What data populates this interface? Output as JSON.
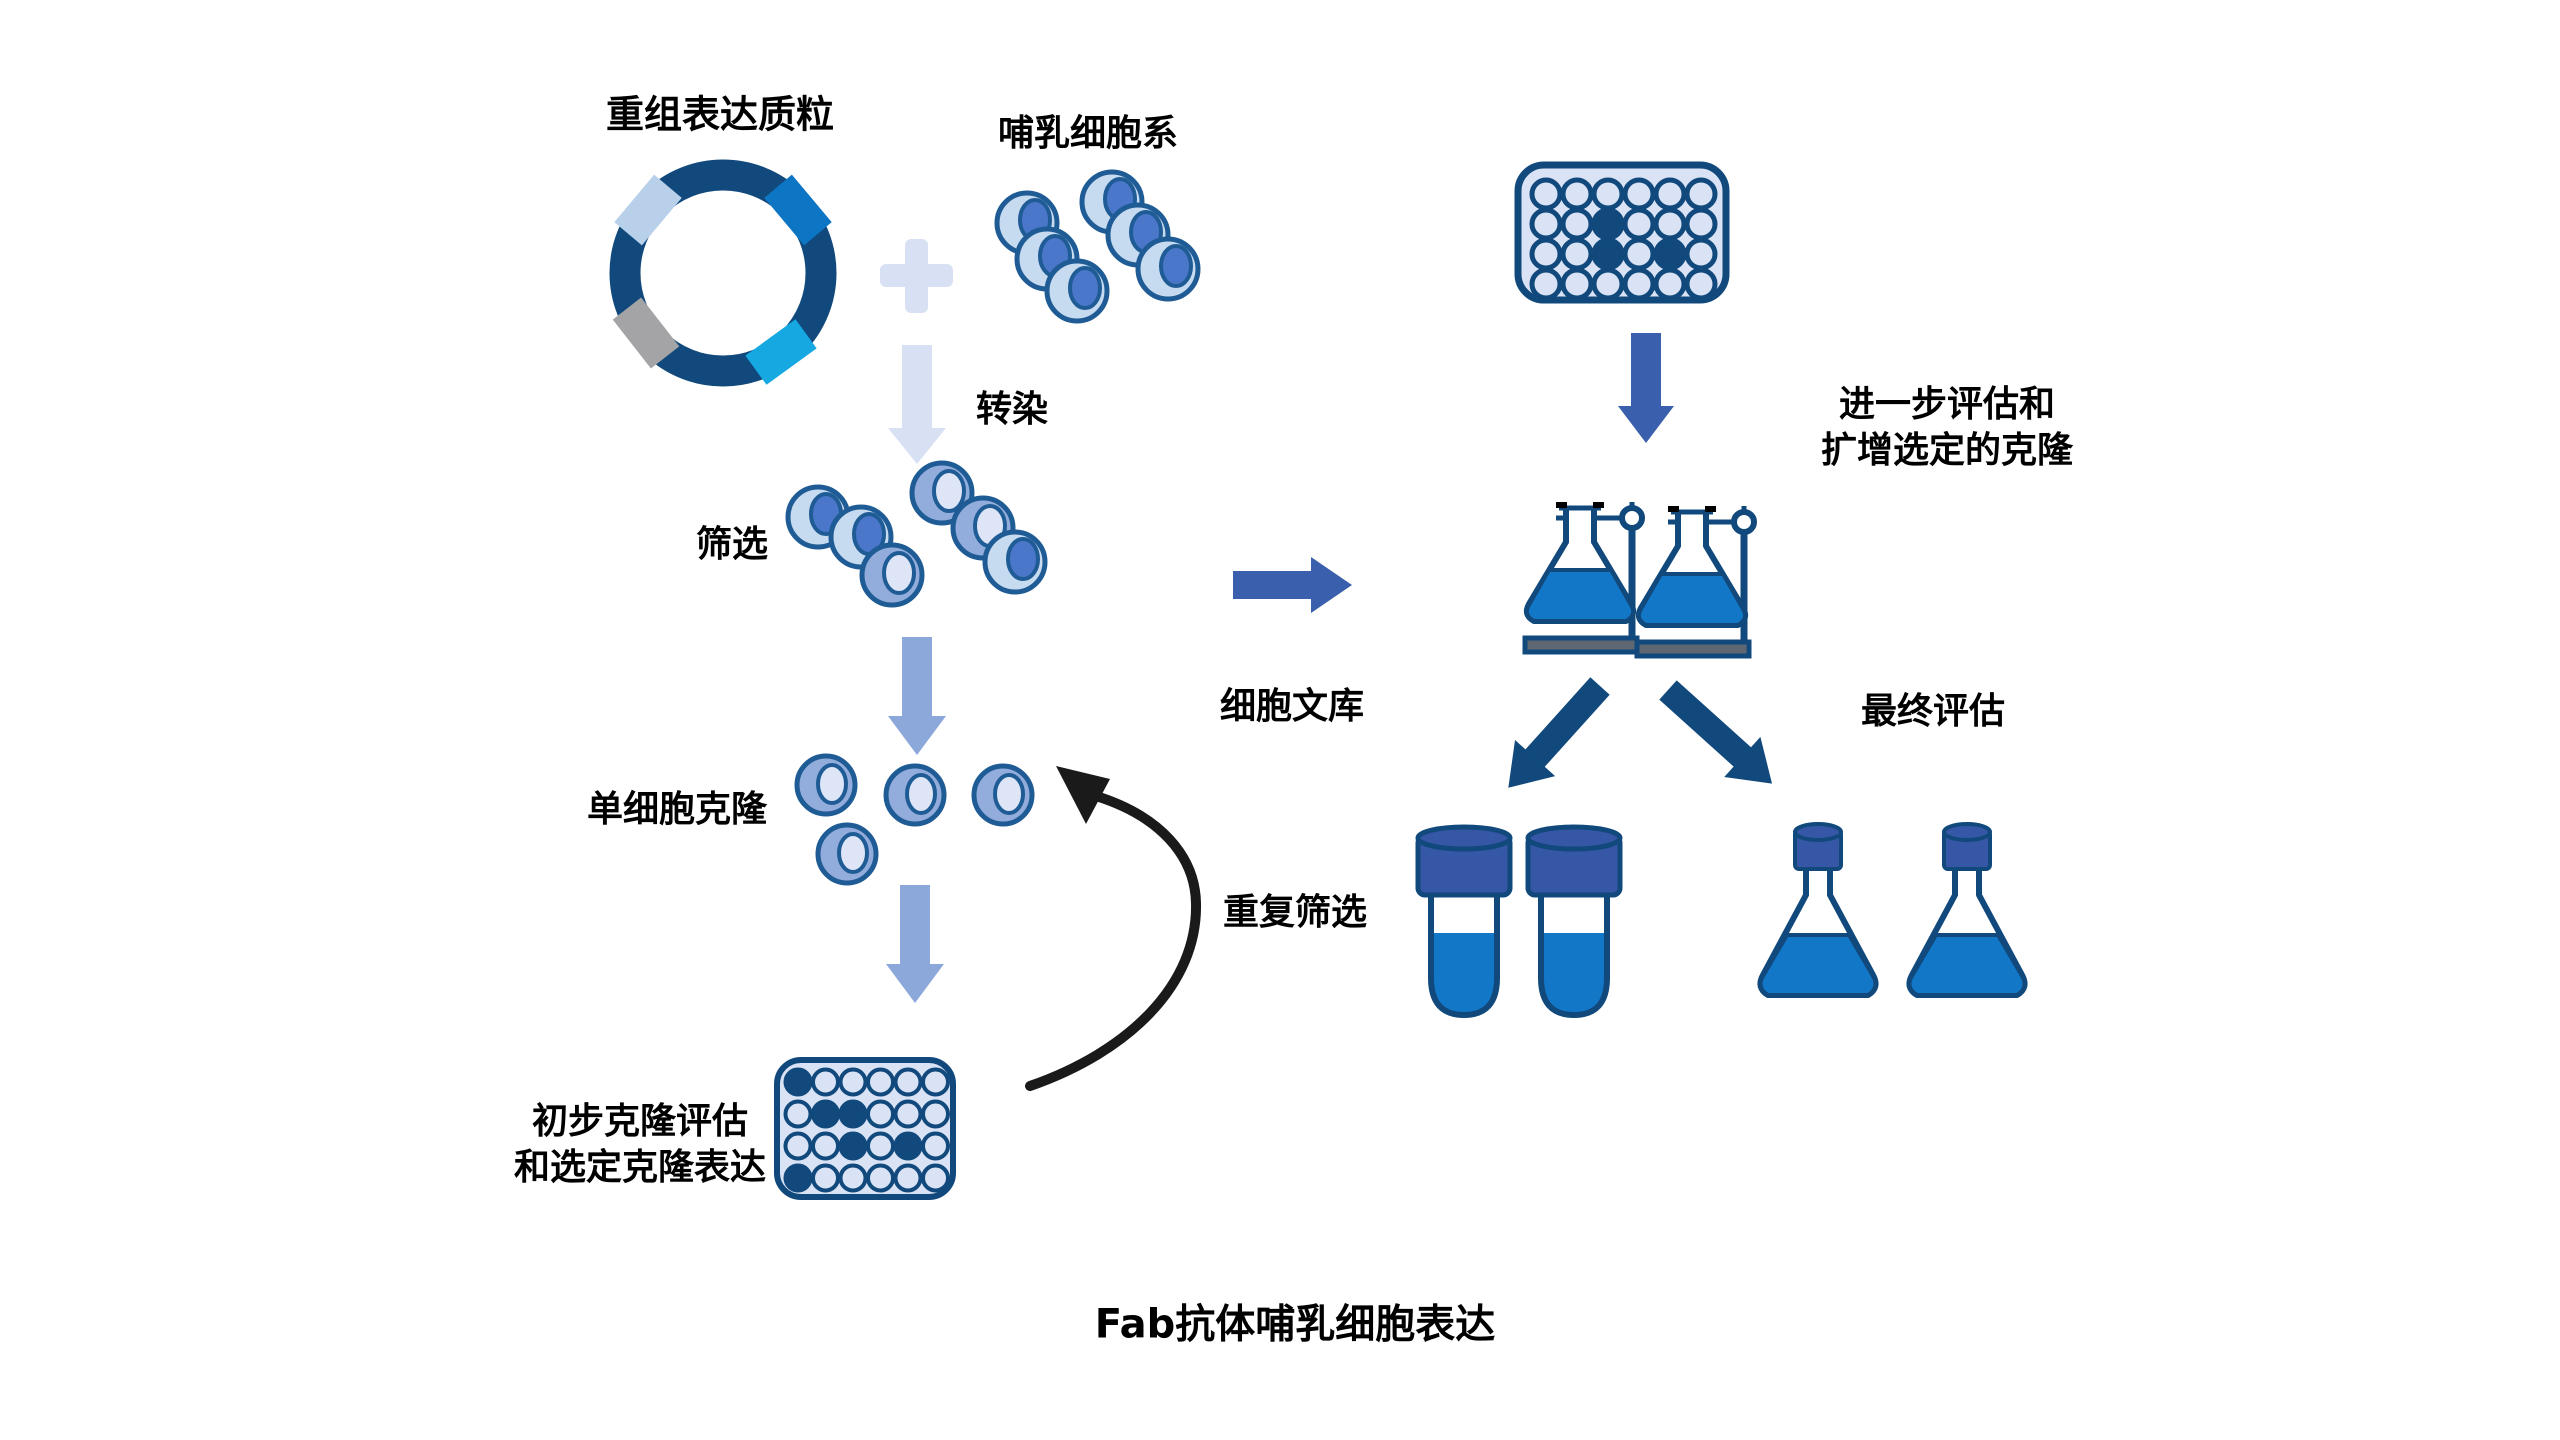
{
  "title": "Fab抗体哺乳细胞表达",
  "labels": {
    "plasmid": "重组表达质粒",
    "cell_line": "哺乳细胞系",
    "transfection": "转染",
    "screening": "筛选",
    "single_cell_clone": "单细胞克隆",
    "primary_eval_line1": "初步克隆评估",
    "primary_eval_line2": "和选定克隆表达",
    "further_eval_line1": "进一步评估和",
    "further_eval_line2": "扩增选定的克隆",
    "cell_library": "细胞文库",
    "final_eval": "最终评估",
    "repeat_screening": "重复筛选"
  },
  "colors": {
    "navy": "#11497c",
    "cellOutline": "#1f5c95",
    "royal": "#3a5fac",
    "periwinkle": "#8ca8db",
    "pale": "#d8e0f3",
    "segLightBlue": "#b9d0ea",
    "segBrightBlue": "#0d76c4",
    "segCyan": "#15a8e1",
    "segGray": "#a4a4a6",
    "cellLight": "#c6daf0",
    "cellMedium": "#92acdc",
    "nucleusDark": "#4a77ca",
    "nucleusLight": "#dde5f6",
    "plateFill": "#d9e3f5",
    "liquid": "#1377c8",
    "cap": "#3656a6",
    "baseGray": "#5f6772",
    "loopArrow": "#1a1a1a",
    "white": "#ffffff",
    "black": "#000000"
  },
  "plates": {
    "primary": {
      "rows": 4,
      "cols": 6,
      "filled": [
        [
          0,
          0
        ],
        [
          1,
          1
        ],
        [
          1,
          2
        ],
        [
          2,
          2
        ],
        [
          2,
          4
        ],
        [
          3,
          0
        ]
      ]
    },
    "selected": {
      "rows": 4,
      "cols": 6,
      "filled": [
        [
          1,
          2
        ],
        [
          2,
          2
        ],
        [
          2,
          4
        ]
      ]
    }
  }
}
